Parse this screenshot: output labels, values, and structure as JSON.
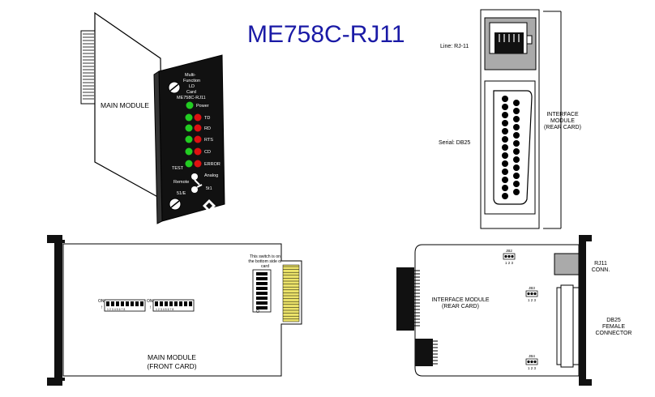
{
  "title": "ME758C-RJ11",
  "main_module": {
    "side_label": "MAIN MODULE",
    "faceplate_heading": [
      "Multi-",
      "Function",
      "LD",
      "Card",
      "ME758C-RJ11"
    ],
    "led_labels": [
      "Power",
      "TD",
      "RD",
      "RTS",
      "CD",
      "ERROR"
    ],
    "test_label": "TEST",
    "remote_label": "Remote",
    "analog_label": "Analog",
    "s1e_label": "51/E",
    "s51_label": "5t1",
    "colors": {
      "green": "#22cc22",
      "red": "#dd1111",
      "faceplate": "#111111"
    }
  },
  "rear_panel": {
    "line_label": "Line:  RJ-11",
    "serial_label": "Serial:  DB25",
    "side_label": [
      "INTERFACE",
      "MODULE",
      "(REAR CARD)"
    ]
  },
  "front_card": {
    "label": [
      "MAIN MODULE",
      "(FRONT CARD)"
    ],
    "switch_note": [
      "This switch is on",
      "the bottom side of",
      "card"
    ],
    "on_label": "ON",
    "switch_numbers": "1 2 3 4 5 6 7 8"
  },
  "rear_card": {
    "label": [
      "INTERFACE MODULE",
      "(REAR CARD)"
    ],
    "jumpers": [
      "JB2",
      "JB3",
      "JB4"
    ],
    "jumper_pins": "1 2 3",
    "rj11_label": [
      "RJ11",
      "CONN."
    ],
    "db25_label": [
      "DB25",
      "FEMALE",
      "CONNECTOR"
    ]
  }
}
